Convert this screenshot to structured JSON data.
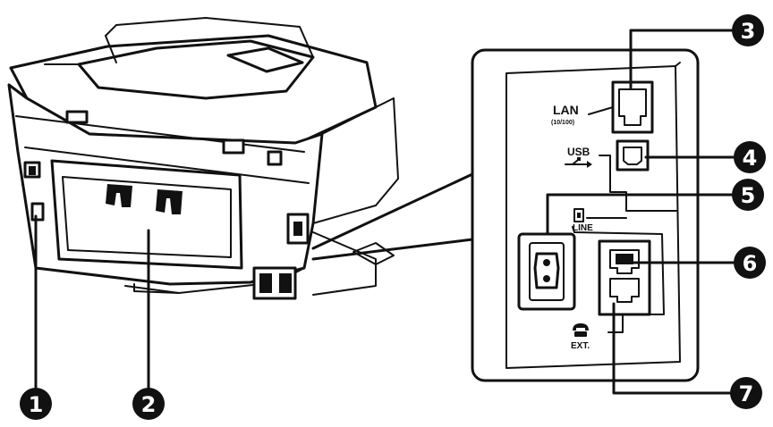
{
  "port_labels": {
    "lan": "LAN",
    "lan_speed": "(10/100)",
    "usb": "USB",
    "line": "LINE",
    "ext": "EXT."
  },
  "callouts": [
    "1",
    "2",
    "3",
    "4",
    "5",
    "6",
    "7"
  ],
  "icons": [
    "usb-symbol-icon",
    "line-jack-icon",
    "telephone-icon"
  ]
}
